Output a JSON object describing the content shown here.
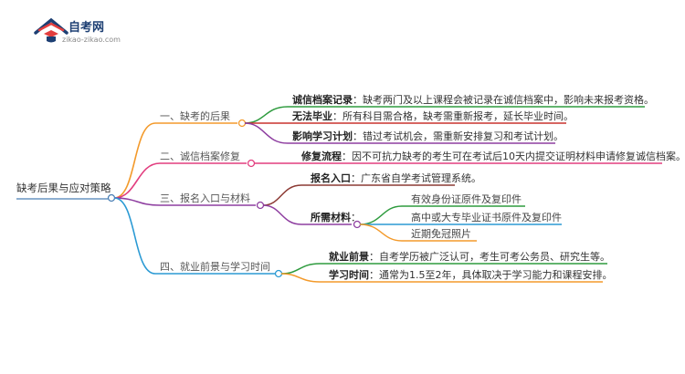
{
  "logo": {
    "title": "自考网",
    "subtitle": "zikao-zikao.com"
  },
  "colors": {
    "orange": "#f39a2b",
    "green": "#2e9b3e",
    "red": "#c8322d",
    "purple": "#8e3ea0",
    "pink": "#e23e7f",
    "brown": "#8c3a34",
    "teal": "#2b9ad4",
    "root_node": "#4a7fb5"
  },
  "root": {
    "label": "缺考后果与应对策略"
  },
  "branches": [
    {
      "label": "一、缺考的后果",
      "children": [
        {
          "bold": "诚信档案记录",
          "text": "：缺考两门及以上课程会被记录在诚信档案中，影响未来报考资格。"
        },
        {
          "bold": "无法毕业",
          "text": "：所有科目需合格，缺考需重新报考，延长毕业时间。"
        },
        {
          "bold": "影响学习计划",
          "text": "：错过考试机会，需重新安排复习和考试计划。"
        }
      ]
    },
    {
      "label": "二、诚信档案修复",
      "children": [
        {
          "bold": "修复流程",
          "text": "：因不可抗力缺考的考生可在考试后10天内提交证明材料申请修复诚信档案。"
        }
      ]
    },
    {
      "label": "三、报名入口与材料",
      "children": [
        {
          "bold": "报名入口",
          "text": "：广东省自学考试管理系统。"
        },
        {
          "bold": "所需材料",
          "text": "：",
          "children": [
            "有效身份证原件及复印件",
            "高中或大专毕业证书原件及复印件",
            "近期免冠照片"
          ]
        }
      ]
    },
    {
      "label": "四、就业前景与学习时间",
      "children": [
        {
          "bold": "就业前景",
          "text": "：自考学历被广泛认可，考生可考公务员、研究生等。"
        },
        {
          "bold": "学习时间",
          "text": "：通常为1.5至2年，具体取决于学习能力和课程安排。"
        }
      ]
    }
  ]
}
